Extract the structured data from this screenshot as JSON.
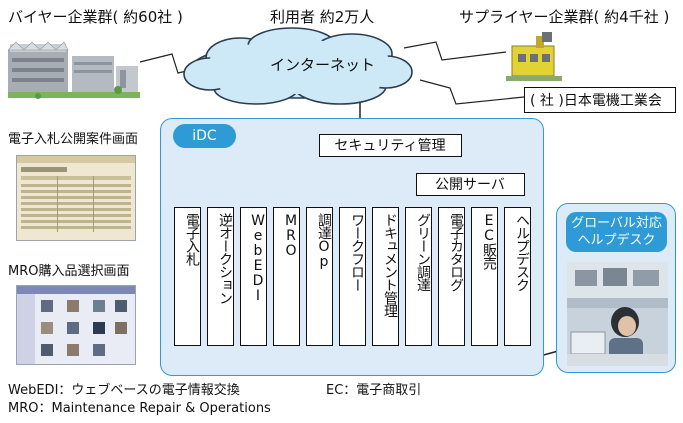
{
  "header": {
    "buyers": "バイヤー企業群( 約60社 )",
    "users": "利用者 約2万人",
    "suppliers": "サプライヤー企業群( 約4千社 )"
  },
  "cloud": {
    "label": "インターネット"
  },
  "jema": {
    "label": "( 社 )日本電機工業会"
  },
  "side": {
    "bidding_title": "電子入札公開案件画面",
    "mro_title": "MRO購入品選択画面"
  },
  "idc": {
    "label": "iDC",
    "security": "セキュリティ管理",
    "public_server": "公開サーバ",
    "services": [
      "電子入札",
      "逆オークション",
      "WebEDI",
      "MRO",
      "調達Op",
      "ワークフロー",
      "ドキュメント管理",
      "グリーン調達",
      "電子カタログ",
      "EC販売",
      "ヘルプデスク"
    ]
  },
  "helpdesk": {
    "label_line1": "グローバル対応",
    "label_line2": "ヘルプデスク"
  },
  "footer": {
    "line1a": "WebEDI：ウェブベースの電子情報交換",
    "line1b": "EC：電子商取引",
    "line2": "MRO：Maintenance Repair & Operations"
  },
  "colors": {
    "accent": "#2e9bd6",
    "panel": "#dcebf7",
    "cloud": "#cde9f7"
  }
}
